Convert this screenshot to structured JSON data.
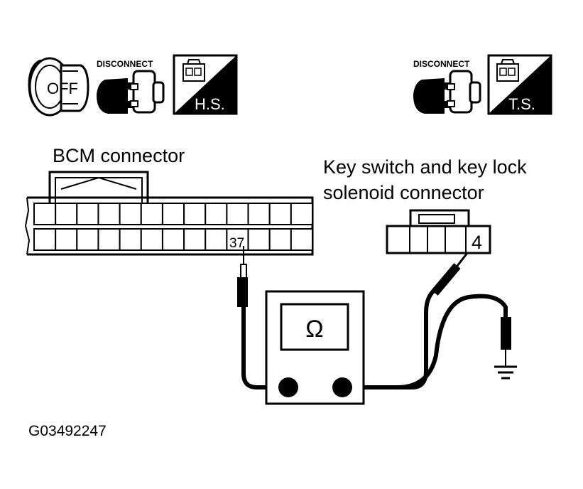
{
  "icons": {
    "ignition_label": "OFF",
    "disconnect_label_left": "DISCONNECT",
    "disconnect_label_right": "DISCONNECT",
    "harness_side_label": "H.S.",
    "terminal_side_label": "T.S."
  },
  "bcm_connector": {
    "label": "BCM connector",
    "pin_label": "37"
  },
  "key_switch_connector": {
    "label_line1": "Key switch and key lock",
    "label_line2": "solenoid connector",
    "pin_label": "4"
  },
  "meter": {
    "symbol": "Ω",
    "icon": "ohmmeter-icon"
  },
  "ground_icon": "ground-symbol-icon",
  "figure_code": "G03492247"
}
